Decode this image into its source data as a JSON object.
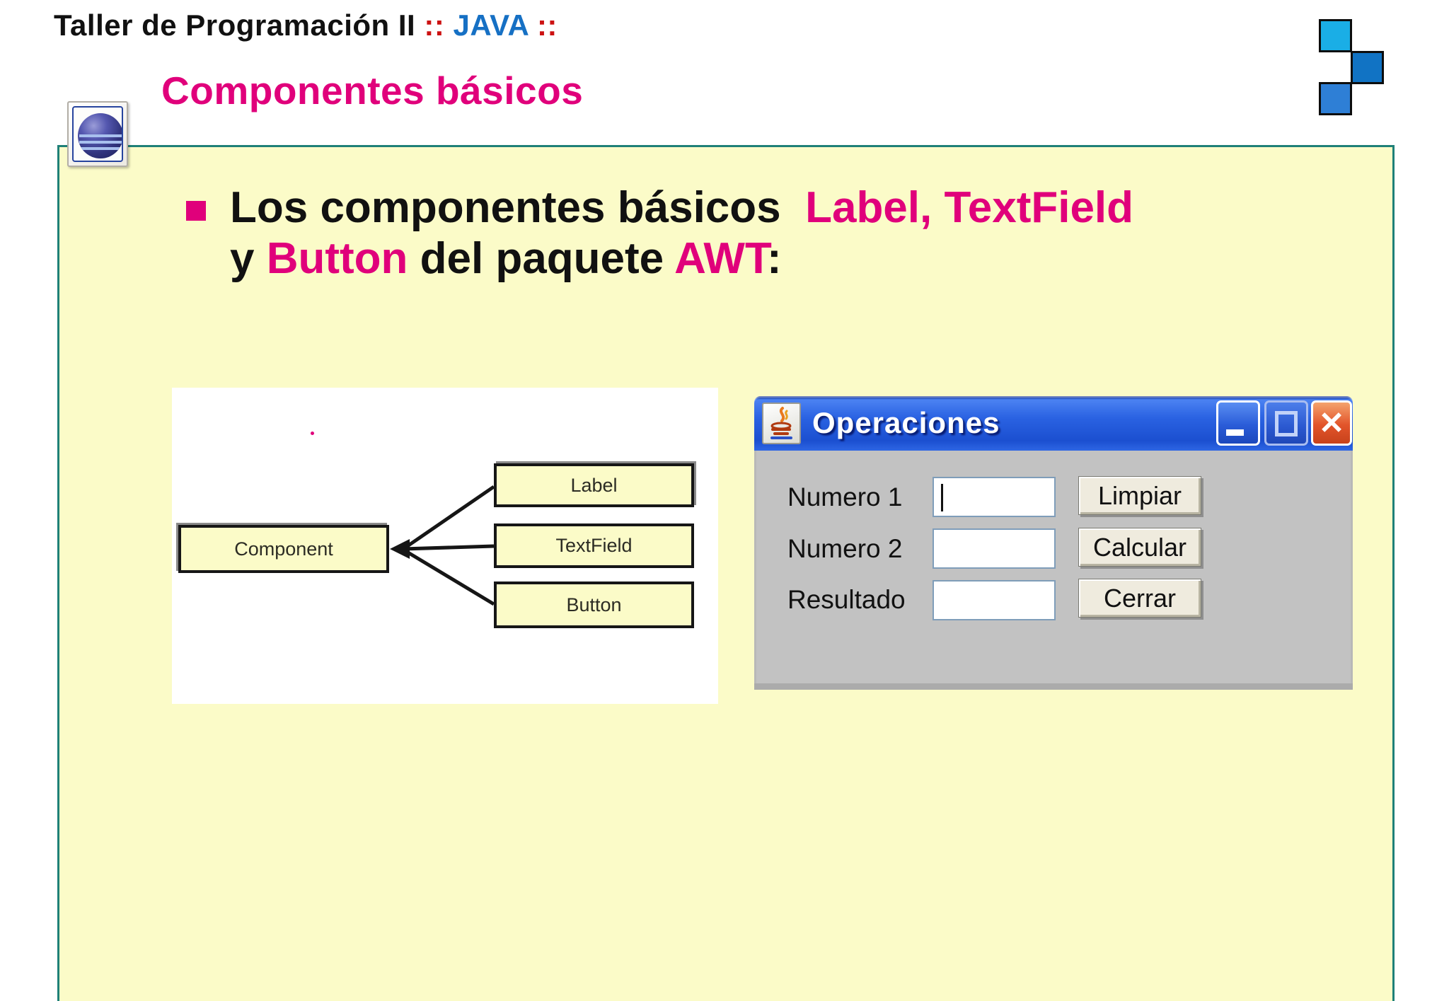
{
  "header": {
    "course": "Taller de Programación II",
    "sep_left": " :: ",
    "language": "JAVA",
    "sep_right": " ::"
  },
  "slide": {
    "title": "Componentes básicos"
  },
  "bullet": {
    "seg_black_1": "Los componentes básicos ",
    "seg_pink_1": " Label, TextField",
    "seg_black_2": "y ",
    "seg_pink_2": "Button",
    "seg_black_3": " del paquete ",
    "seg_pink_3": "AWT",
    "seg_black_4": ":"
  },
  "diagram": {
    "parent": "Component",
    "children": [
      "Label",
      "TextField",
      "Button"
    ]
  },
  "window": {
    "title": "Operaciones",
    "close_glyph": "✕",
    "rows": [
      {
        "label": "Numero 1",
        "value": "",
        "button": "Limpiar"
      },
      {
        "label": "Numero 2",
        "value": "",
        "button": "Calcular"
      },
      {
        "label": "Resultado",
        "value": "",
        "button": "Cerrar"
      }
    ]
  },
  "colors": {
    "accent_magenta": "#e0007b",
    "java_blue": "#1670c4",
    "separator_red": "#cc1111",
    "slide_yellow": "#fbfbc8",
    "panel_border_teal": "#1f8078",
    "titlebar_blue": "#2a62e2",
    "close_button_red": "#e2542a",
    "window_body_gray": "#c2c2c2",
    "button_beige": "#efebde"
  }
}
